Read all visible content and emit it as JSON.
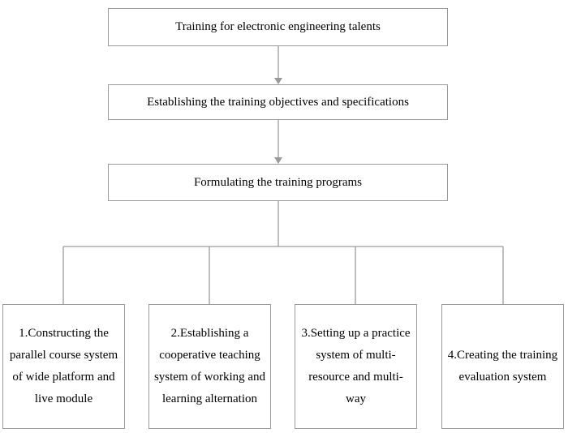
{
  "diagram": {
    "top_node": {
      "text": "Training for electronic engineering talents"
    },
    "middle_node": {
      "text": "Establishing the training objectives and specifications"
    },
    "third_node": {
      "text": "Formulating the training programs"
    },
    "leaves": [
      {
        "text": "1.Constructing the parallel course system of wide platform and live module"
      },
      {
        "text": "2.Establishing a cooperative teaching system of working and learning alternation"
      },
      {
        "text": "3.Setting up a practice system of multi-resource and multi-way"
      },
      {
        "text": "4.Creating the training evaluation system"
      }
    ],
    "colors": {
      "border": "#9a9a9a",
      "connector": "#9a9a9a",
      "text": "#000000",
      "background": "#ffffff"
    }
  }
}
